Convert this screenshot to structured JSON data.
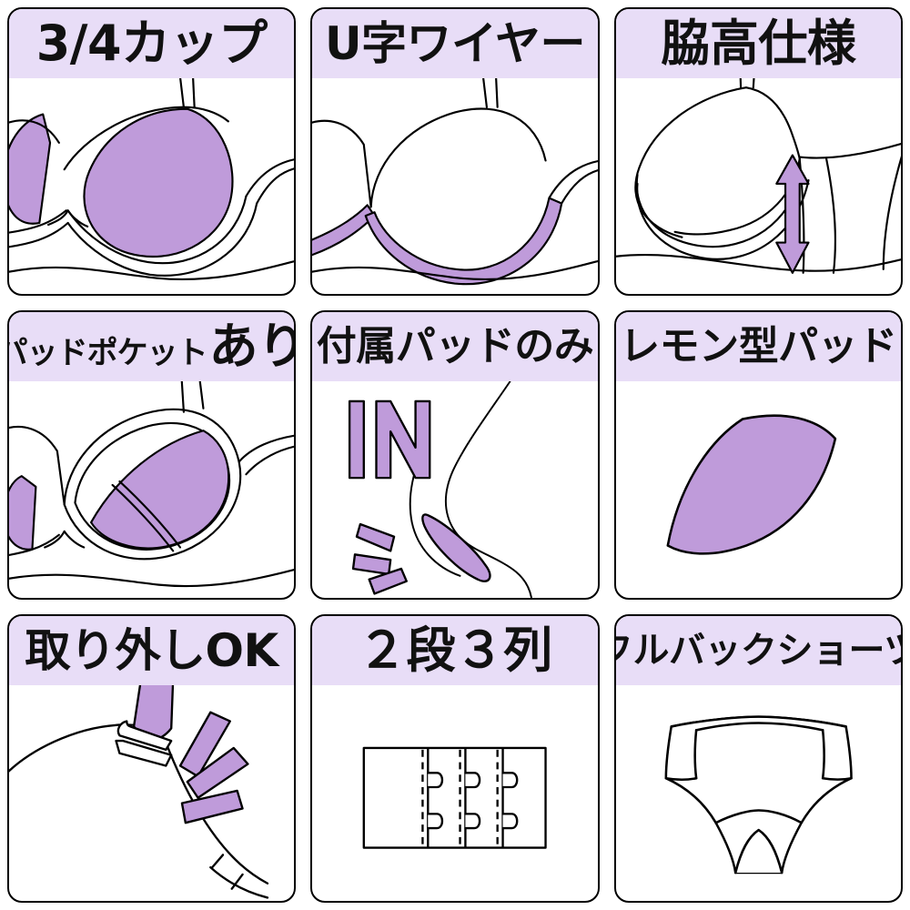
{
  "layout": {
    "rows": 3,
    "columns": 3,
    "background": "#ffffff"
  },
  "colors": {
    "header_band": "#e8ddf7",
    "accent_fill": "#bf9bda",
    "accent_fill_light": "#c4a2de",
    "outline": "#000000",
    "panel_background": "#ffffff"
  },
  "panels": [
    {
      "id": "three-quarter-cup",
      "title": "3/4カップ",
      "title_size": "t-lg",
      "illustration": "bra-front-filled-cups",
      "illustration_label": "bra front view with shaded 3/4 cups"
    },
    {
      "id": "u-shape-wire",
      "title": "U字ワイヤー",
      "title_size": "t-md",
      "illustration": "bra-front-u-wire",
      "illustration_label": "bra front view with highlighted U shaped underwire"
    },
    {
      "id": "high-side-design",
      "title": "脇高仕様",
      "title_size": "t-lg",
      "illustration": "bra-side-high-arrow",
      "illustration_label": "bra side view with vertical double arrow showing side height"
    },
    {
      "id": "pad-pocket",
      "title_small": "パッドポケット",
      "title_large": "あり",
      "title_size": "mixed",
      "illustration": "bra-cup-pad-pocket",
      "illustration_label": "bra cup with pad pocket opening"
    },
    {
      "id": "included-pad-only",
      "title": "付属パッドのみ",
      "title_size": "t-sm",
      "illustration": "pad-insert-in",
      "illustration_label": "IN text with pad being inserted into bust silhouette"
    },
    {
      "id": "lemon-shape-pad",
      "title": "レモン型パッド",
      "title_size": "t-sm",
      "illustration": "lemon-pad",
      "illustration_label": "lemon shaped pad filled purple"
    },
    {
      "id": "removable-ok",
      "title": "取り外しOK",
      "title_size": "t-md",
      "illustration": "detachable-strap",
      "illustration_label": "shoulder strap with adjuster buckle and motion lines"
    },
    {
      "id": "two-row-three-column-hook",
      "title": "２段３列",
      "title_size": "t-lg",
      "illustration": "hook-closure",
      "illustration_label": "back hook closure with 2 rows and 3 columns"
    },
    {
      "id": "full-back-shorts",
      "title": "フルバックショーツ",
      "title_size": "t-xs",
      "illustration": "full-back-shorts",
      "illustration_label": "full back shorts line drawing"
    }
  ],
  "illustration_text": {
    "in_label": "IN"
  }
}
